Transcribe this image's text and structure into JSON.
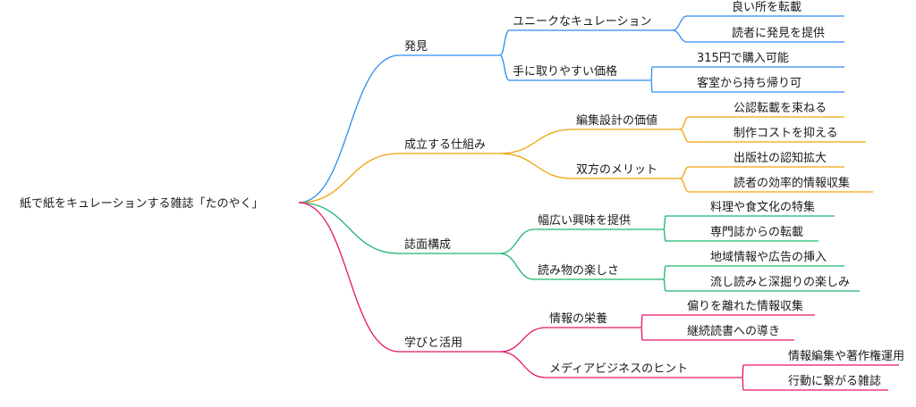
{
  "root": {
    "label": "紙で紙をキュレーションする雑誌「たのやく」"
  },
  "colors": {
    "blue": "#2f8cf0",
    "orange": "#f0a30a",
    "green": "#20b46e",
    "pink": "#e8146c"
  },
  "branches": [
    {
      "label": "発見",
      "color": "blue",
      "children": [
        {
          "label": "ユニークなキュレーション",
          "children": [
            "良い所を転載",
            "読者に発見を提供"
          ]
        },
        {
          "label": "手に取りやすい価格",
          "children": [
            "315円で購入可能",
            "客室から持ち帰り可"
          ]
        }
      ]
    },
    {
      "label": "成立する仕組み",
      "color": "orange",
      "children": [
        {
          "label": "編集設計の価値",
          "children": [
            "公認転載を束ねる",
            "制作コストを抑える"
          ]
        },
        {
          "label": "双方のメリット",
          "children": [
            "出版社の認知拡大",
            "読者の効率的情報収集"
          ]
        }
      ]
    },
    {
      "label": "誌面構成",
      "color": "green",
      "children": [
        {
          "label": "幅広い興味を提供",
          "children": [
            "料理や食文化の特集",
            "専門誌からの転載"
          ]
        },
        {
          "label": "読み物の楽しさ",
          "children": [
            "地域情報や広告の挿入",
            "流し読みと深掘りの楽しみ"
          ]
        }
      ]
    },
    {
      "label": "学びと活用",
      "color": "pink",
      "children": [
        {
          "label": "情報の栄養",
          "children": [
            "偏りを離れた情報収集",
            "継続読書への導き"
          ]
        },
        {
          "label": "メディアビジネスのヒント",
          "children": [
            "情報編集や著作権運用",
            "行動に繋がる雑誌"
          ]
        }
      ]
    }
  ]
}
